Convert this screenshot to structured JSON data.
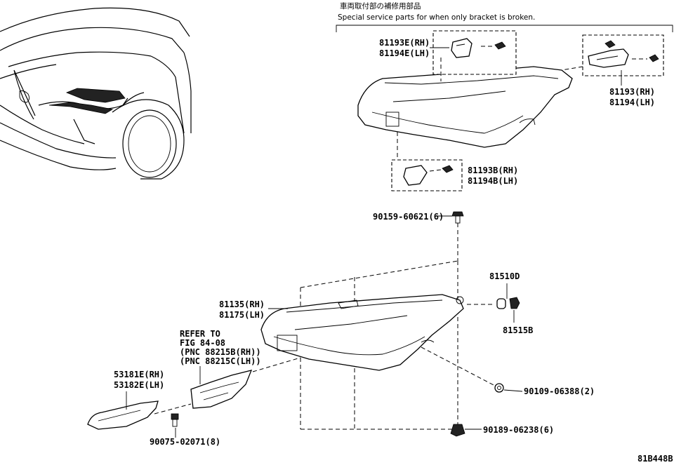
{
  "diagram_id": "81B448B",
  "service_note": {
    "jp": "車両取付部の補修用部品",
    "en": "Special service parts for when only bracket is broken."
  },
  "labels": {
    "bracket_upper_inner": [
      "81193E(RH)",
      "81194E(LH)"
    ],
    "bracket_upper_outer": [
      "81193(RH)",
      "81194(LH)"
    ],
    "bracket_lower": [
      "81193B(RH)",
      "81194B(LH)"
    ],
    "bolt_top": "90159-60621(6)",
    "headlamp": [
      "81135(RH)",
      "81175(LH)"
    ],
    "bulb": "81510D",
    "socket": "81515B",
    "refer": [
      "REFER TO",
      "FIG 84-08",
      "(PNC 88215B(RH))",
      "(PNC 88215C(LH))"
    ],
    "cover": [
      "53181E(RH)",
      "53182E(LH)"
    ],
    "screw_cover": "90075-02071(8)",
    "nut_side": "90109-06388(2)",
    "clip_bottom": "90189-06238(6)"
  }
}
